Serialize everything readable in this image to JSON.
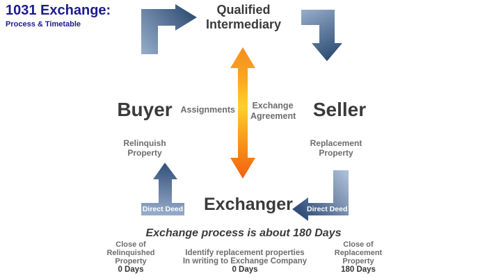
{
  "title": {
    "heading": "1031 Exchange:",
    "subheading": "Process & Timetable"
  },
  "diagram": {
    "qualified_intermediary": {
      "line1": "Qualified",
      "line2": "Intermediary"
    },
    "buyer": "Buyer",
    "seller": "Seller",
    "exchanger": "Exchanger",
    "assignments": "Assignments",
    "exchange_agreement": {
      "line1": "Exchange",
      "line2": "Agreement"
    },
    "relinquish_property": {
      "line1": "Relinquish",
      "line2": "Property"
    },
    "replacement_property": {
      "line1": "Replacement",
      "line2": "Property"
    },
    "direct_deed_left": "Direct Deed",
    "direct_deed_right": "Direct Deed"
  },
  "tagline": "Exchange process is about 180 Days",
  "timeline": [
    {
      "line1": "Close of",
      "line2": "Relinquished",
      "line3": "Property",
      "days": "0 Days"
    },
    {
      "line1": "Identify replacement properties",
      "line2": "In writing to Exchange Company",
      "days": "0 Days"
    },
    {
      "line1": "Close of",
      "line2": "Replacement",
      "line3": "Property",
      "days": "180 Days"
    }
  ],
  "colors": {
    "title_navy": "#1b1b8e",
    "heading_dark": "#3b3b3b",
    "label_gray": "#6d6d6d",
    "arrow_blue_light": "#94aac8",
    "arrow_blue_dark": "#2e4d73",
    "arrow_orange": "#f7941d",
    "arrow_yellow": "#ffd02b",
    "arrow_orange_deep": "#f2600f",
    "direct_deed_text": "#ffffff"
  }
}
